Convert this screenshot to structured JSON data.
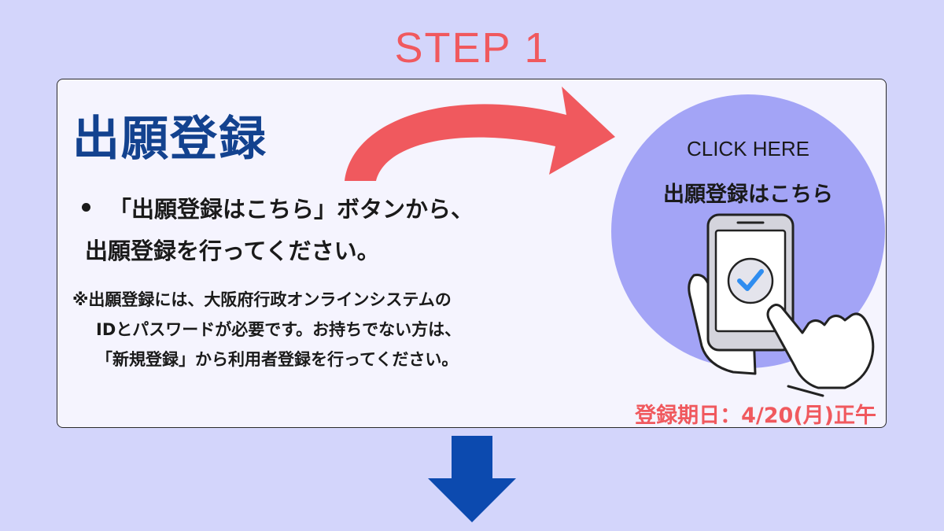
{
  "step": {
    "label": "STEP 1"
  },
  "card": {
    "title": "出願登録",
    "bullet": {
      "line1": "「出願登録はこちら」ボタンから、",
      "line2": "出願登録を行ってください。"
    },
    "note": {
      "line1": "※出願登録には、大阪府行政オンラインシステムの",
      "line2": "IDとパスワードが必要です。お持ちでない方は、",
      "line3": "「新規登録」から利用者登録を行ってください。"
    },
    "deadline": "登録期日：4/20(月)正午"
  },
  "button": {
    "en_label": "CLICK HERE",
    "jp_label": "出願登録はこちら",
    "icons": [
      "smartphone-icon",
      "checkmark-icon",
      "pointing-hand-icon"
    ]
  },
  "colors": {
    "background": "#d3d5fb",
    "accent_red": "#f0595e",
    "title_blue": "#13428f",
    "arrow_blue": "#0c4aaf",
    "button_circle": "#a3a4f6",
    "card": "#f5f4fe"
  },
  "icons": {
    "curved_arrow": "curved-arrow-icon",
    "down_arrow": "down-arrow-icon"
  }
}
